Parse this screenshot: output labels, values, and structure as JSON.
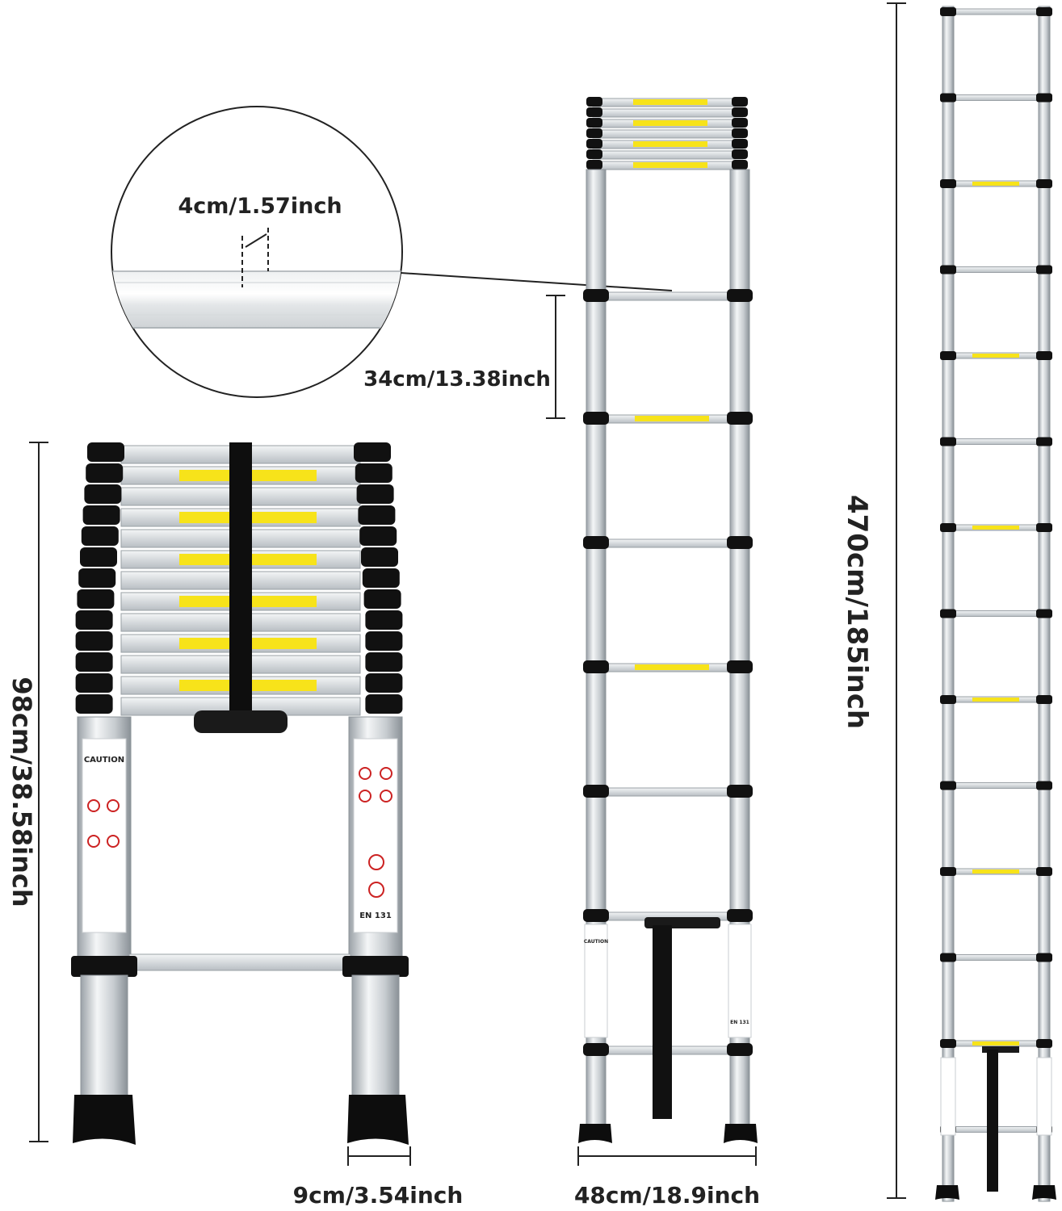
{
  "dimensions": {
    "width_section": "4cm/1.57inch",
    "rung_spacing": "34cm/13.38inch",
    "folded_height": "98cm/38.58inch",
    "extended_height": "470cm/185inch",
    "foot_width": "9cm/3.54inch",
    "ladder_width": "48cm/18.9inch"
  },
  "labels": {
    "caution": "CAUTION",
    "standard": "EN 131"
  },
  "colors": {
    "aluminium": "#d8dcdf",
    "caps": "#111111",
    "warning": "#f7e31a"
  }
}
